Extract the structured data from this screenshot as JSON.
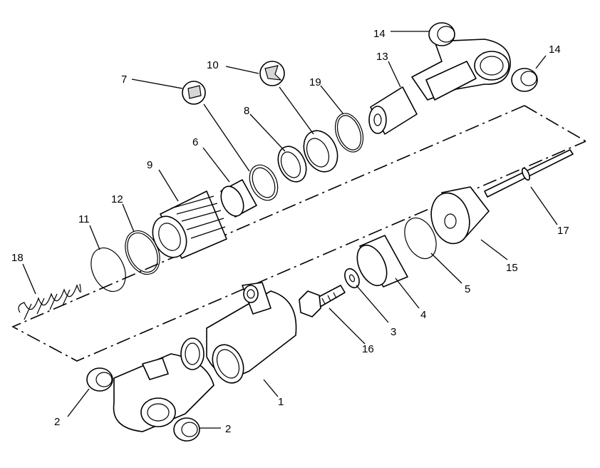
{
  "callouts": {
    "c1": "1",
    "c2a": "2",
    "c2b": "2",
    "c3": "3",
    "c4": "4",
    "c5": "5",
    "c6": "6",
    "c7": "7",
    "c8": "8",
    "c9": "9",
    "c10": "10",
    "c11": "11",
    "c12": "12",
    "c13": "13",
    "c14a": "14",
    "c14b": "14",
    "c15": "15",
    "c16": "16",
    "c17": "17",
    "c18": "18",
    "c19": "19"
  }
}
